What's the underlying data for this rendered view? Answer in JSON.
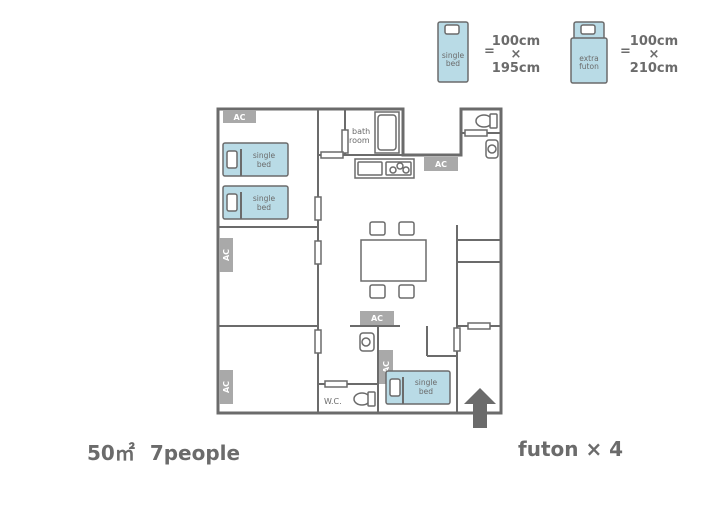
{
  "legend": {
    "single_bed": {
      "label_line1": "single",
      "label_line2": "bed",
      "equals": "=",
      "width": "100cm",
      "times": "×",
      "length": "195cm"
    },
    "extra_futon": {
      "label_line1": "extra",
      "label_line2": "futon",
      "equals": "=",
      "width": "100cm",
      "times": "×",
      "length": "210cm"
    }
  },
  "plan": {
    "ac_label": "AC",
    "bed_line1": "single",
    "bed_line2": "bed",
    "bathroom_line1": "bath",
    "bathroom_line2": "room",
    "wc_label": "W.C."
  },
  "footer": {
    "area": "50㎡",
    "capacity": "7people",
    "futon": "futon × 4"
  },
  "colors": {
    "wall": "#6b6b6b",
    "bed": "#b9dbe6",
    "ac": "#a9a9a9"
  }
}
